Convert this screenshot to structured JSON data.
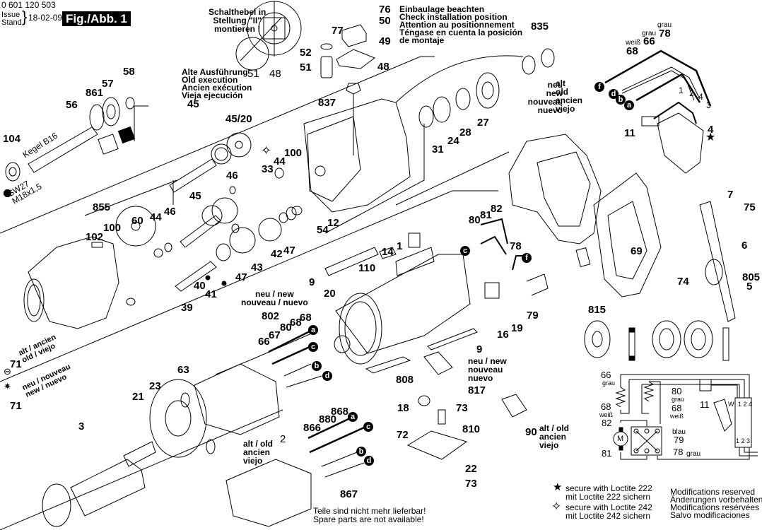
{
  "header": {
    "doc_number": "0 601 120 503",
    "issue_label_en": "Issue",
    "issue_label_de": "Stand",
    "issue_date": "18-02-09",
    "figure_label": "Fig./Abb. 1"
  },
  "notes": {
    "schalthebel": "Schalthebel in\nStellung \"II\"\nmontieren !",
    "einbaulage": "Einbaulage beachten\nCheck installation position\nAttention au positionnement\nTéngase en cuenta la posición\nde montaje",
    "alte_ausfuehrung": "Alte Ausführung\nOld execution\nAncien exécution\nVieja ejecución",
    "kegel": "Kegel B16",
    "sw27": "SW27",
    "thread": "M18x1,5",
    "neu_new_835": "neu\nnew\nnouveau\nnuevo",
    "alt_old_835": "alt\nold\nancien\nviejo",
    "neu_new_802": "neu / new\nnouveau / nuevo",
    "alt_71": "alt / ancien\nold / viejo",
    "neu_71": "neu / nouveau\nnew / nuevo",
    "neu_817": "neu / new\nnouveau\nnuevo",
    "alt_90": "alt / old\nancien\nviejo",
    "alt_2": "alt / old",
    "alt_2b": "ancien\nviejo",
    "not_available": "Teile sind nicht mehr lieferbar!\nSpare parts are not available!"
  },
  "wire_colors": {
    "weiss": "weiß",
    "grau": "grau",
    "blau": "blau"
  },
  "wire_terminals": [
    "a",
    "b",
    "c",
    "d",
    "f"
  ],
  "switch_pins": [
    "1",
    "2",
    "3",
    "4"
  ],
  "legend": {
    "star_icon": "filled-star",
    "star_en": "secure with Loctite 222",
    "star_de": "mit Loctite 222 sichern",
    "diamond_icon": "hollow-four-point-star",
    "diamond_en": "secure with Loctite 242",
    "diamond_de": "mit Loctite 242 sichern"
  },
  "modifications": "Modifications reserved\nÄnderungen vorbehalten\nModifications resérvées\nSalvo modificaciones",
  "schematic": {
    "motor": "M",
    "wire_66": "66",
    "wire_68a": "68",
    "wire_80": "80",
    "wire_68b": "68",
    "wire_82": "82",
    "wire_81": "81",
    "wire_79": "79",
    "wire_78": "78",
    "part_11": "11",
    "w_label": "W",
    "switch_top": "1 2 4",
    "switch_bottom": "1 2 3"
  },
  "parts": {
    "p76": "76",
    "p50": "50",
    "p77": "77",
    "p49": "49",
    "p52": "52",
    "p51a": "51",
    "p51b": "51",
    "p48a": "48",
    "p48b": "48",
    "p835": "835",
    "p78top": "78",
    "p66top": "66",
    "p68top": "68",
    "p58": "58",
    "p57": "57",
    "p861": "861",
    "p56": "56",
    "p104": "104",
    "p45a": "45",
    "p4520": "45/20",
    "p837": "837",
    "p31": "31",
    "p24": "24",
    "p28": "28",
    "p27": "27",
    "p3top": "3",
    "p4": "4",
    "p11": "11",
    "p2top": "2",
    "p1top": "1",
    "p33": "33",
    "p44a": "44",
    "p100a": "100",
    "p46a": "46",
    "p45b": "45",
    "p54": "54",
    "p12": "12",
    "p855": "855",
    "p102": "102",
    "p100b": "100",
    "p60": "60",
    "p44b": "44",
    "p46b": "46",
    "p47a": "47",
    "p42": "42",
    "p43": "43",
    "p47b": "47",
    "p40": "40",
    "p41": "41",
    "p39": "39",
    "p80": "80",
    "p81": "81",
    "p82": "82",
    "p14": "14",
    "p1": "1",
    "p110": "110",
    "p9a": "9",
    "p20": "20",
    "p78": "78",
    "p16": "16",
    "p19": "19",
    "p79": "79",
    "p9b": "9",
    "p7": "7",
    "p75": "75",
    "p6": "6",
    "p69": "69",
    "p805": "805",
    "p5": "5",
    "p74": "74",
    "p815": "815",
    "p802": "802",
    "p66": "66",
    "p67": "67",
    "p80b": "80",
    "p68a": "68",
    "p68b": "68",
    "p71a": "71",
    "p71b": "71",
    "p63": "63",
    "p23": "23",
    "p21": "21",
    "p808": "808",
    "p817": "817",
    "p18": "18",
    "p73a": "73",
    "p72": "72",
    "p810": "810",
    "p90": "90",
    "p22": "22",
    "p73b": "73",
    "p3": "3",
    "p868": "868",
    "p880": "880",
    "p866": "866",
    "p2": "2",
    "p867": "867"
  }
}
